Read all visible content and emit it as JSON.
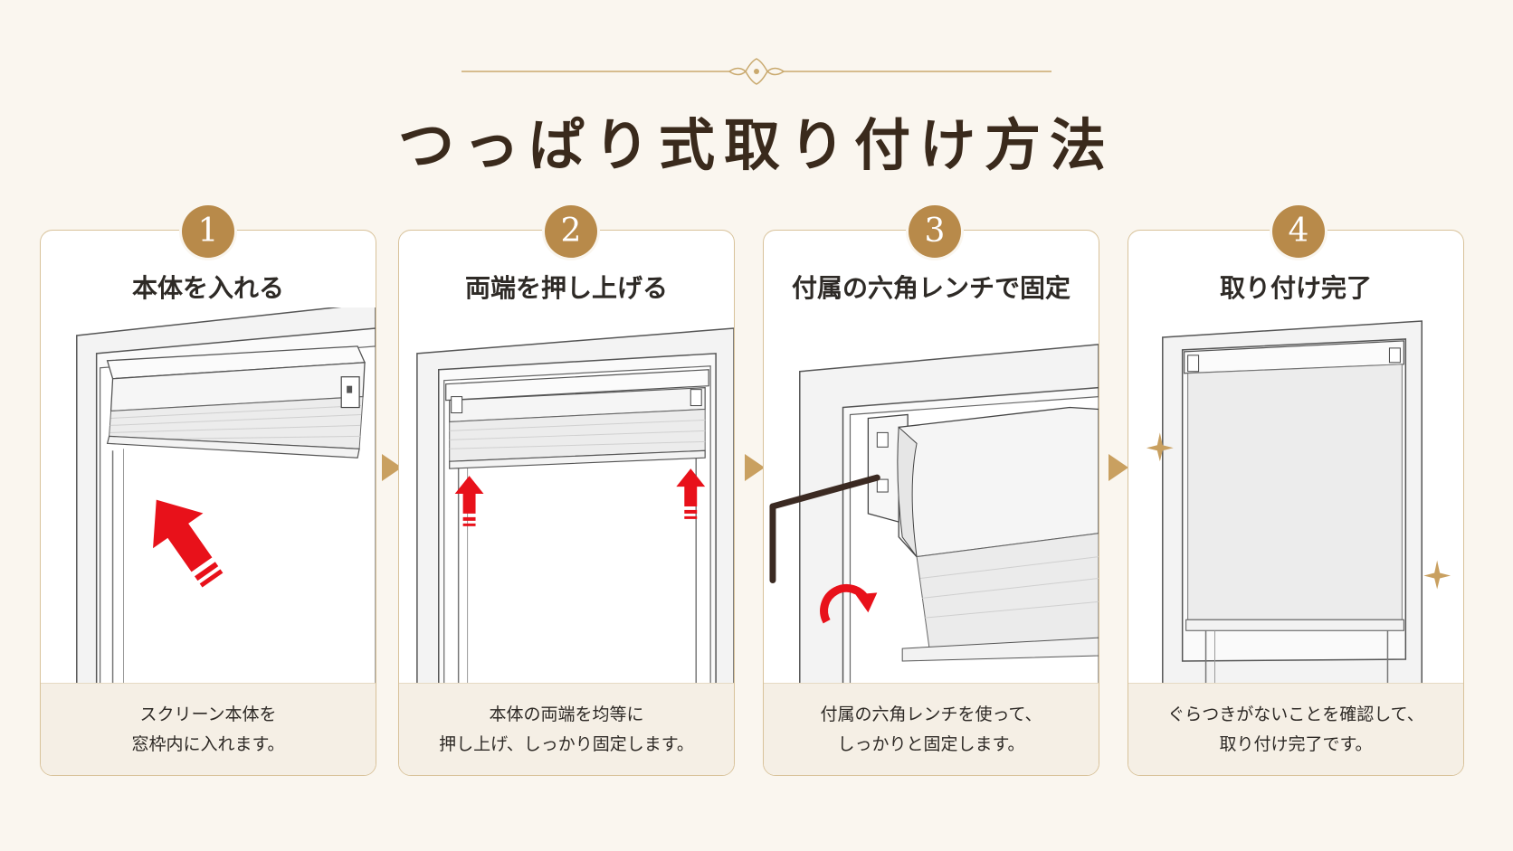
{
  "page": {
    "title": "つっぱり式取り付け方法",
    "accent_color": "#b88a4a",
    "arrow_color": "#e8111a"
  },
  "steps": [
    {
      "number": "1",
      "title": "本体を入れる",
      "desc_line1": "スクリーン本体を",
      "desc_line2": "窓枠内に入れます。"
    },
    {
      "number": "2",
      "title": "両端を押し上げる",
      "desc_line1": "本体の両端を均等に",
      "desc_line2": "押し上げ、しっかり固定します。"
    },
    {
      "number": "3",
      "title": "付属の六角レンチで固定",
      "desc_line1": "付属の六角レンチを使って、",
      "desc_line2": "しっかりと固定します。"
    },
    {
      "number": "4",
      "title": "取り付け完了",
      "desc_line1": "ぐらつきがないことを確認して、",
      "desc_line2": "取り付け完了です。"
    }
  ]
}
